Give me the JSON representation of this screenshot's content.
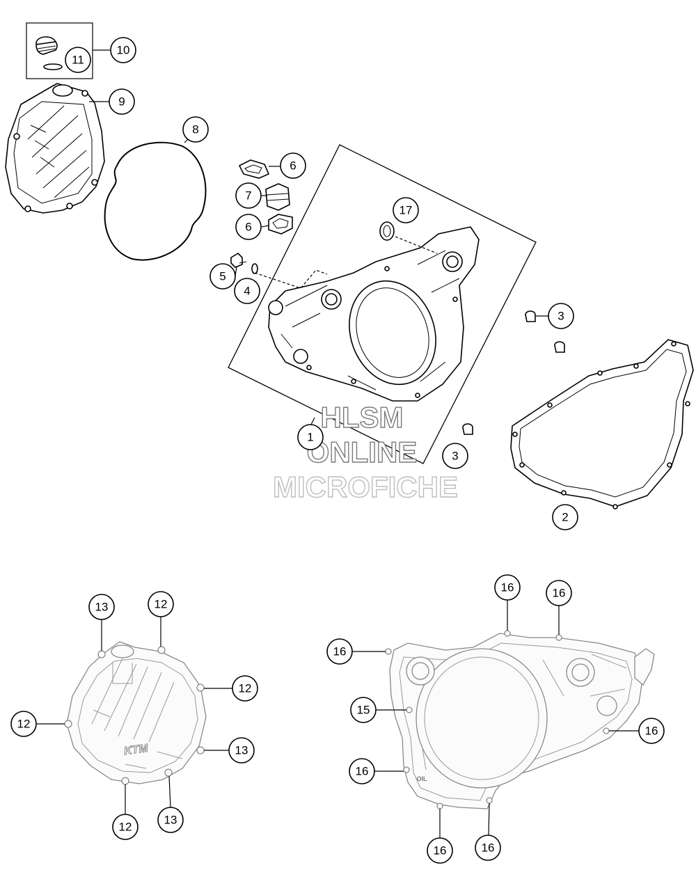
{
  "watermark": {
    "line1": "HLSM",
    "line2": "ONLINE",
    "line3": "MICROFICHE"
  },
  "cover_marks": {
    "brand_logo": "KTM",
    "oil_mark": "OIL"
  },
  "callouts": {
    "c10": "10",
    "c11": "11",
    "c9": "9",
    "c8": "8",
    "c6a": "6",
    "c7": "7",
    "c6b": "6",
    "c17": "17",
    "c5": "5",
    "c4": "4",
    "c3a": "3",
    "c3b": "3",
    "c1": "1",
    "c2": "2",
    "c13a": "13",
    "c12a": "12",
    "c12b": "12",
    "c12c": "12",
    "c13b": "13",
    "c12d": "12",
    "c13c": "13",
    "c16a": "16",
    "c16b": "16",
    "c16c": "16",
    "c15": "15",
    "c16d": "16",
    "c16e": "16",
    "c16f": "16",
    "c16g": "16"
  },
  "colors": {
    "line": "#000000",
    "light_line": "#888888",
    "watermark": "#7a7a7a"
  }
}
